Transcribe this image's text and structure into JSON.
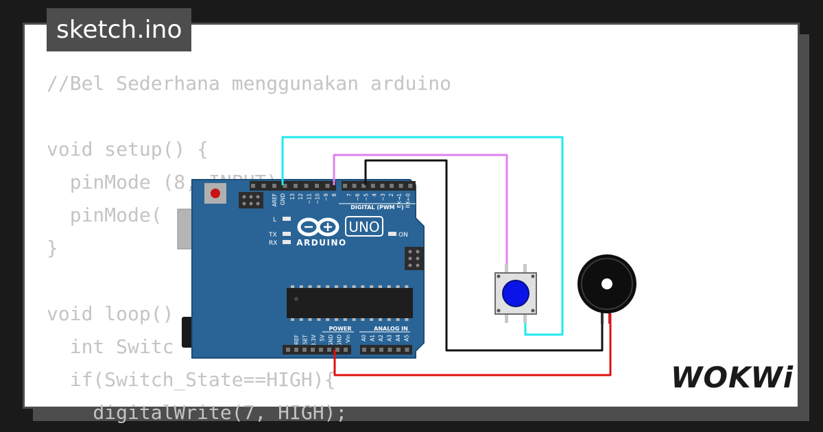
{
  "tab": {
    "filename": "sketch.ino"
  },
  "code_lines": [
    "//Bel Sederhana menggunakan arduino",
    "",
    "void setup() {",
    "  pinMode (8, INPUT);",
    "  pinMode(",
    "}",
    "",
    "void loop()",
    "  int Switc             ad(8);",
    "  if(Switch_State==HIGH){",
    "    digitalWrite(7, HIGH);"
  ],
  "board": {
    "brand": "ARDUINO",
    "model": "UNO",
    "digital_header_label": "DIGITAL (PWM ~)",
    "power_label": "POWER",
    "analog_label": "ANALOG IN",
    "on_label": "ON",
    "led_l": "L",
    "led_tx": "TX",
    "led_rx": "RX",
    "top_pins": [
      "AREF",
      "GND",
      "13",
      "12",
      "~11",
      "~10",
      "~9",
      "8",
      "7",
      "~6",
      "~5",
      "4",
      "~3",
      "2",
      "TX→1",
      "RX←0"
    ],
    "power_pins": [
      "IOREF",
      "RESET",
      "3.3V",
      "5V",
      "GND",
      "GND",
      "Vin"
    ],
    "analog_pins": [
      "A0",
      "A1",
      "A2",
      "A3",
      "A4",
      "A5"
    ]
  },
  "colors": {
    "board_blue": "#2a6496",
    "wire_cyan": "#1ee8f0",
    "wire_violet": "#e080f0",
    "wire_black": "#111111",
    "wire_red": "#e01010",
    "button_cap": "#0a14e8"
  },
  "logo": {
    "text": "WOKWi"
  }
}
